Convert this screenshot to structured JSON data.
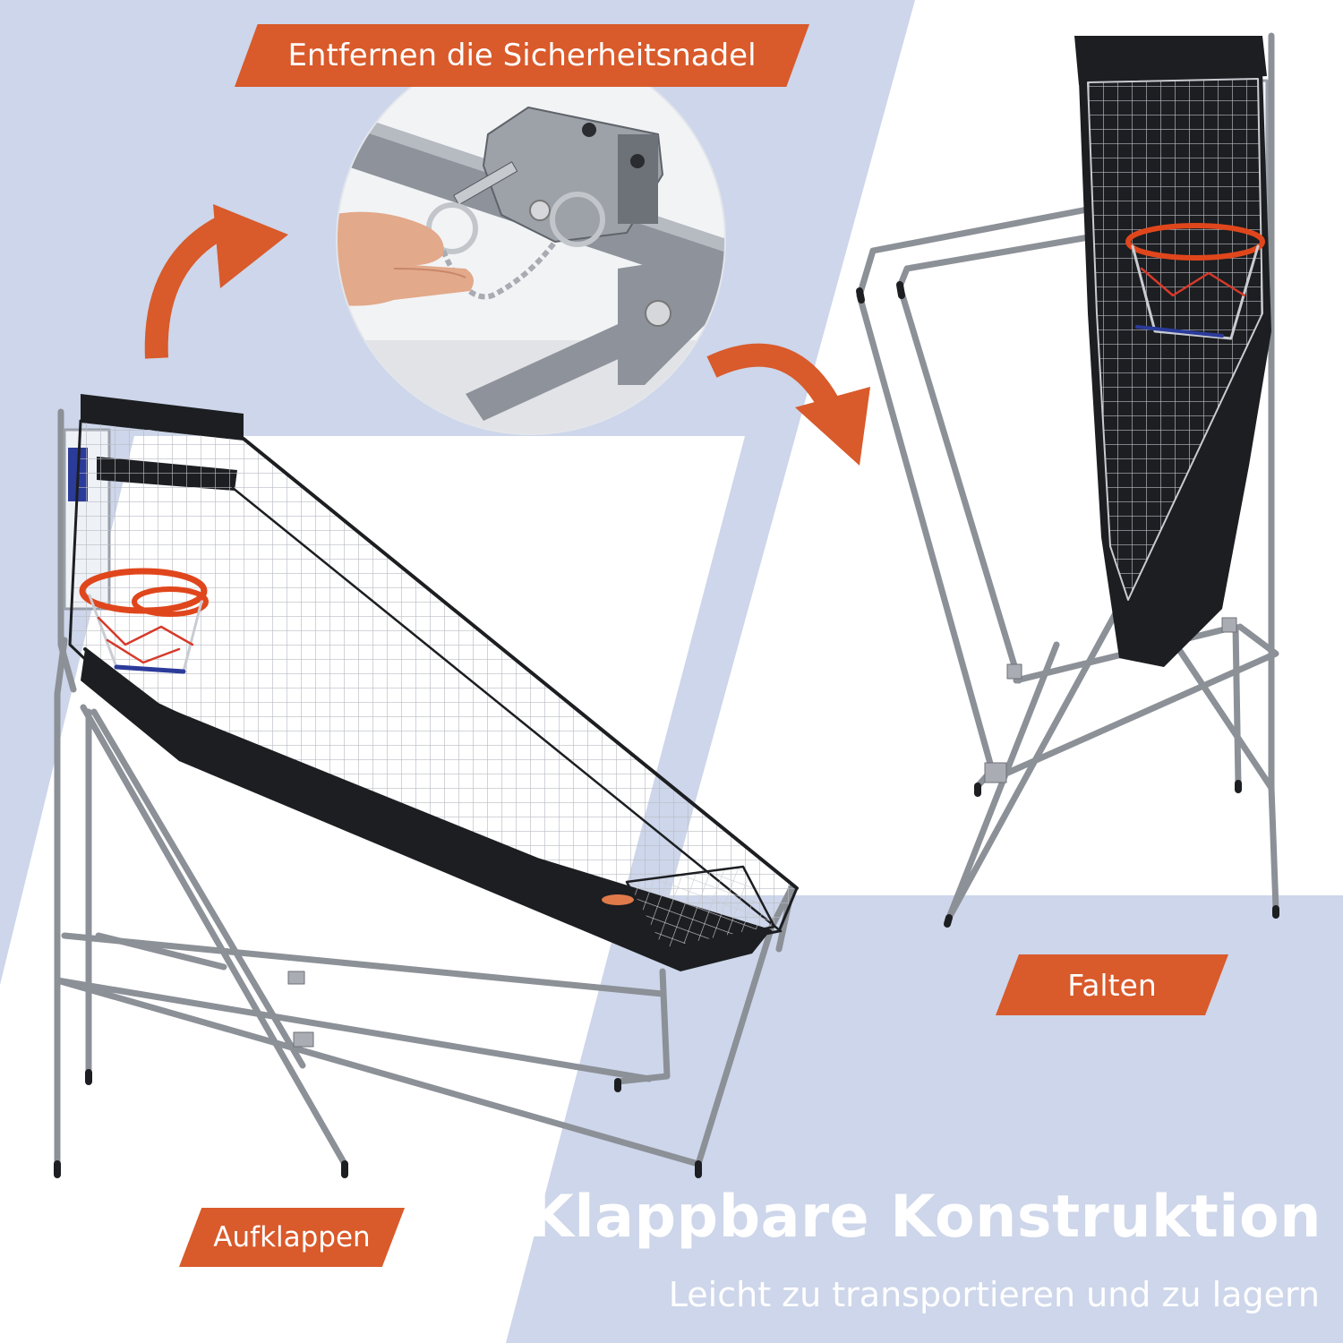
{
  "labels": {
    "remove_pin": "Entfernen die Sicherheitsnadel",
    "fold": "Falten",
    "unfold": "Aufklappen"
  },
  "headline": "Klappbare Konstruktion",
  "subline": "Leicht zu transportieren und zu lagern",
  "colors": {
    "background": "#cdd6ea",
    "accent_orange": "#d95a2b",
    "frame_gray": "#8c9097",
    "net_black": "#1c1e21",
    "rim_orange": "#e0461c"
  },
  "icons": [
    "curved-arrow-icon",
    "curved-arrow-icon"
  ]
}
